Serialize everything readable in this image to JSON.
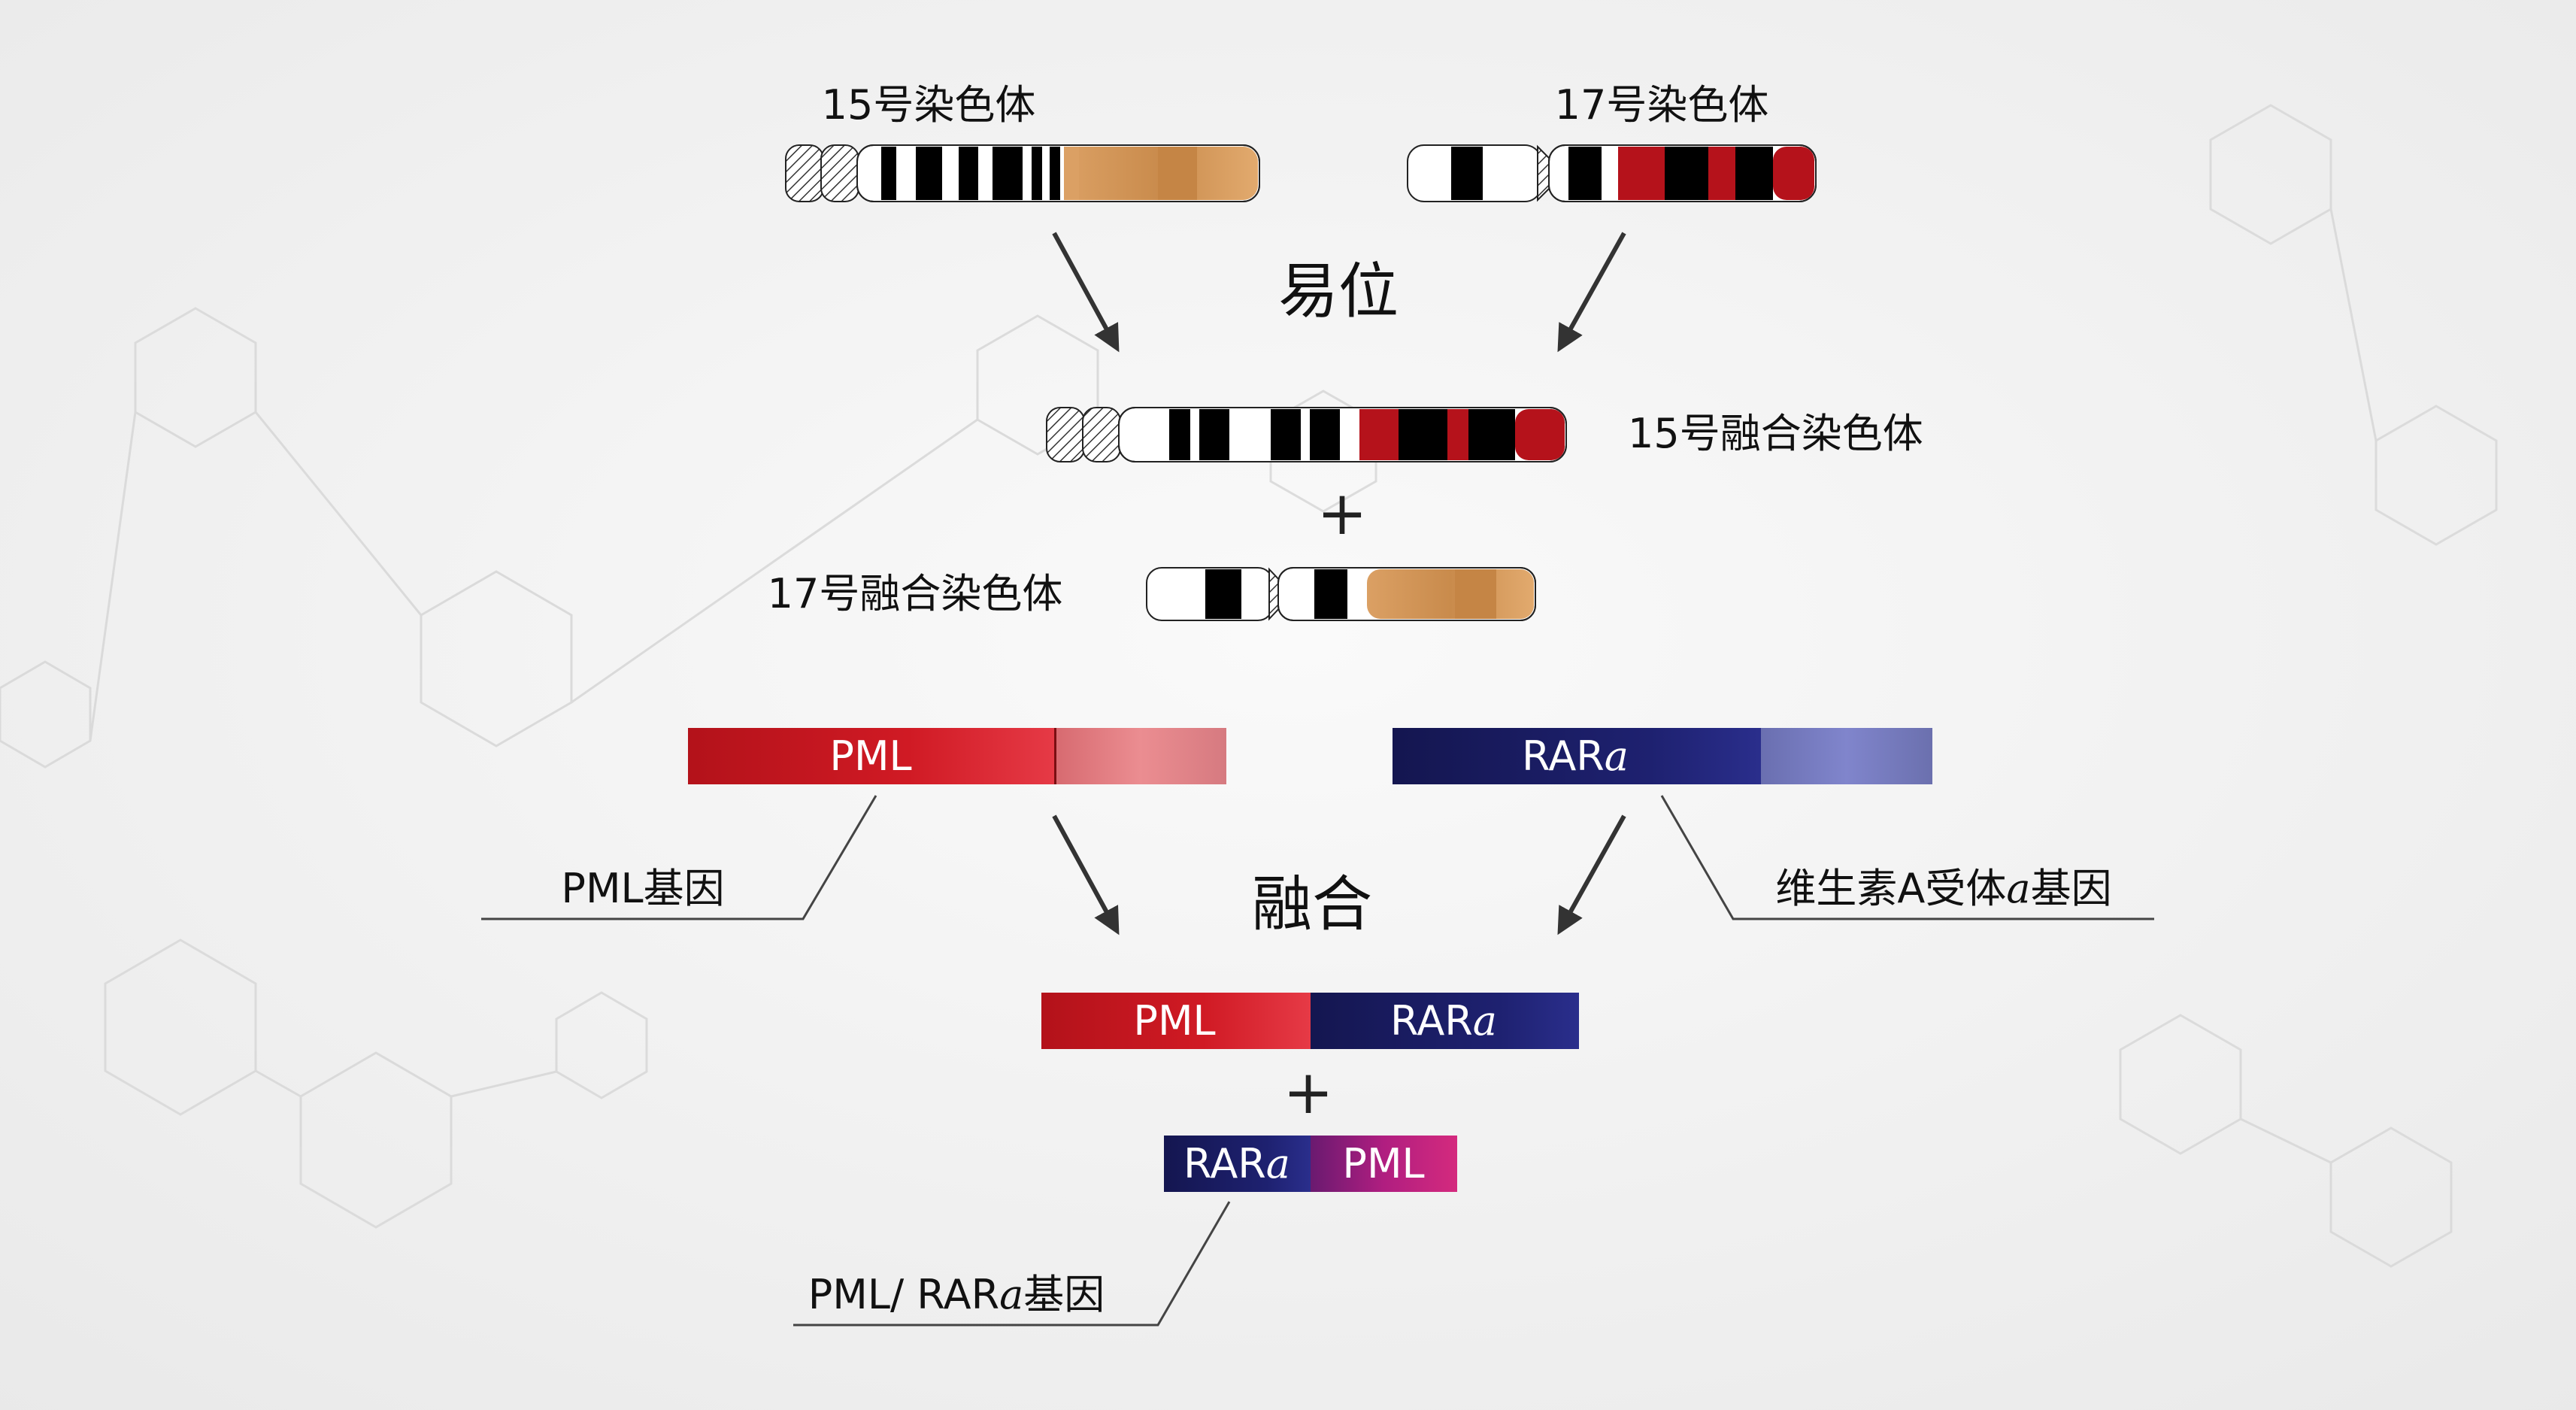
{
  "labels": {
    "chr15": "15号染色体",
    "chr17": "17号染色体",
    "translocation": "易位",
    "fused15": "15号融合染色体",
    "fused17": "17号融合染色体",
    "plus": "+",
    "fusion": "融合",
    "pml_gene": "PML基因",
    "rara_gene_prefix": "维生素A受体",
    "rara_gene_suffix": "基因",
    "pml_rara_gene_prefix": "PML/ RAR",
    "pml_rara_gene_suffix": "基因",
    "alpha": "a"
  },
  "genes": {
    "pml": "PML",
    "rar": "RAR",
    "alpha": "a"
  },
  "colors": {
    "background": "#f3f3f3",
    "pml_red": "#c0161e",
    "pml_light": "#e88a8e",
    "rara_navy": "#161a5e",
    "rara_light": "#7b80c4",
    "orange": "#dca060",
    "magenta": "#c0207a",
    "black": "#000000"
  }
}
